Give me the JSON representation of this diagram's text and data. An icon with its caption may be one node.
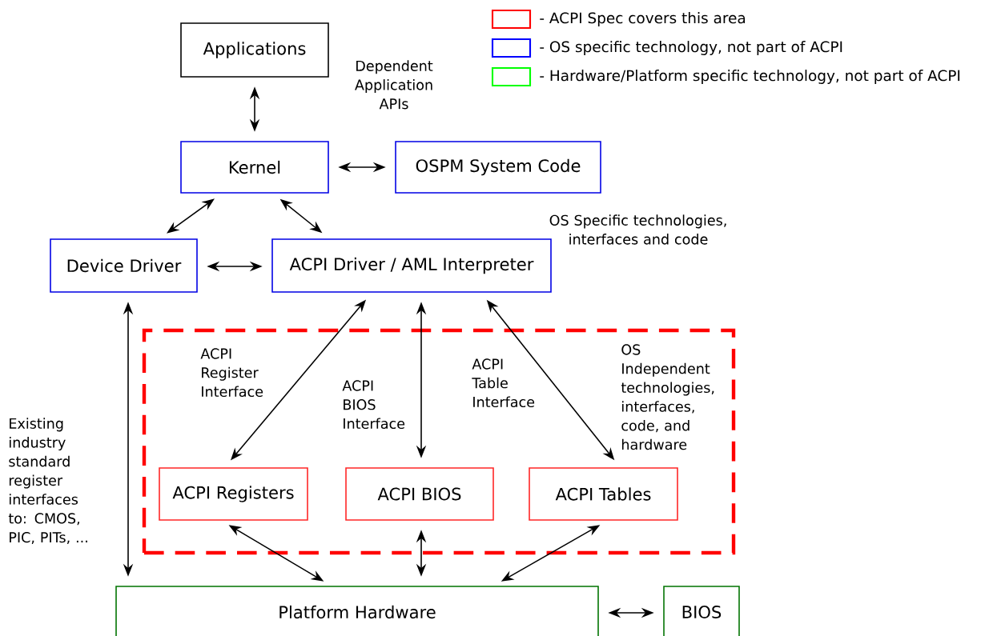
{
  "diagram": {
    "nodes": [
      {
        "text": [
          "Applications"
        ]
      },
      {
        "text": [
          "Kernel"
        ]
      },
      {
        "text": [
          "OSPM System Code"
        ]
      },
      {
        "text": [
          "Device Driver"
        ]
      },
      {
        "text": [
          "ACPI Driver / AML Interpreter"
        ]
      },
      {
        "text": [
          "OS Independent technologies, interfaces, code, and hardware"
        ]
      },
      {
        "text": [
          "ACPI Registers"
        ],
        "in": 5
      },
      {
        "text": [
          "ACPI BIOS"
        ],
        "in": 5
      },
      {
        "text": [
          "ACPI Tables"
        ],
        "in": 5
      },
      {
        "text": [
          "Platform Hardware"
        ]
      },
      {
        "text": [
          "BIOS"
        ]
      }
    ],
    "edges": [
      {
        "from": 0,
        "to": 1,
        "arrow": "both"
      },
      {
        "from": 1,
        "to": 2,
        "arrow": "both"
      },
      {
        "from": 1,
        "to": 3,
        "arrow": "both"
      },
      {
        "from": 1,
        "to": 4,
        "arrow": "both"
      },
      {
        "from": 3,
        "to": 4,
        "arrow": "both"
      },
      {
        "from": 3,
        "to": 9,
        "arrow": "both"
      },
      {
        "from": 4,
        "to": 6,
        "arrow": "both",
        "label": "ACPI Register Interface"
      },
      {
        "from": 4,
        "to": 7,
        "arrow": "both",
        "label": "ACPI BIOS Interface"
      },
      {
        "from": 4,
        "to": 8,
        "arrow": "both",
        "label": "ACPI Table Interface"
      },
      {
        "from": 6,
        "to": 9,
        "arrow": "both"
      },
      {
        "from": 7,
        "to": 9,
        "arrow": "both"
      },
      {
        "from": 8,
        "to": 9,
        "arrow": "both"
      },
      {
        "from": 9,
        "to": 10,
        "arrow": "both"
      }
    ],
    "labels": [
      "Dependent Application APIs",
      "OS Specific technologies, interfaces and code",
      "Existing industry standard register interfaces to: CMOS, PIC, PITs, ..."
    ],
    "legend": [
      {
        "text": "- ACPI Spec covers this area",
        "color": "#ff0000"
      },
      {
        "text": "- OS specific technology, not part of ACPI",
        "color": "#0000ff"
      },
      {
        "text": "- Hardware/Platform specific technology, not part of ACPI",
        "color": "#00ff00"
      }
    ]
  }
}
